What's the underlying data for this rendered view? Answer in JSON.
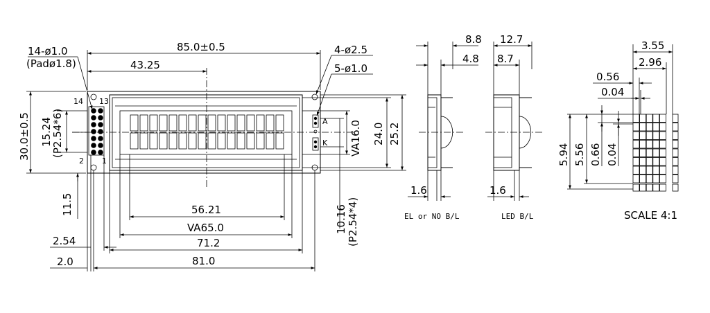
{
  "front_view": {
    "overall_width": "85.0±0.5",
    "pin_holes_14": "14-ø1.0",
    "pad_diameter": "(Padø1.8)",
    "half_width": "43.25",
    "mount_holes": "4-ø2.5",
    "led_holes": "5-ø1.0",
    "overall_height": "30.0±0.5",
    "pin_span": "15.24",
    "pin_pitch": "(P2.54*6)",
    "pin_14": "14",
    "pin_13": "13",
    "pin_2": "2",
    "pin_1": "1",
    "led_anode": "A",
    "led_cathode": "K",
    "view_area_height": "VA16.0",
    "window_height": "24.0",
    "bezel_height": "25.2",
    "pin_row_offset": "11.5",
    "led_pin_span": "10.16",
    "led_pin_pitch": "(P2.54*4)",
    "char_area_width": "56.21",
    "view_area_width": "VA65.0",
    "bezel_width": "71.2",
    "pin_offset": "2.54",
    "board_offset": "2.0",
    "hole_span": "81.0"
  },
  "side_views": {
    "el_total": "8.8",
    "el_glass": "4.8",
    "led_total": "12.7",
    "led_body": "8.7",
    "el_pcb": "1.6",
    "led_pcb": "1.6",
    "el_caption": "EL or NO B/L",
    "led_caption": "LED B/L"
  },
  "character_detail": {
    "char_pitch": "3.55",
    "char_width": "2.96",
    "dot_pitch": "0.56",
    "dot_gap": "0.04",
    "char_pitch_v": "5.94",
    "char_height": "5.56",
    "dot_pitch_v": "0.66",
    "dot_gap_v": "0.04",
    "scale_label": "SCALE 4:1"
  }
}
